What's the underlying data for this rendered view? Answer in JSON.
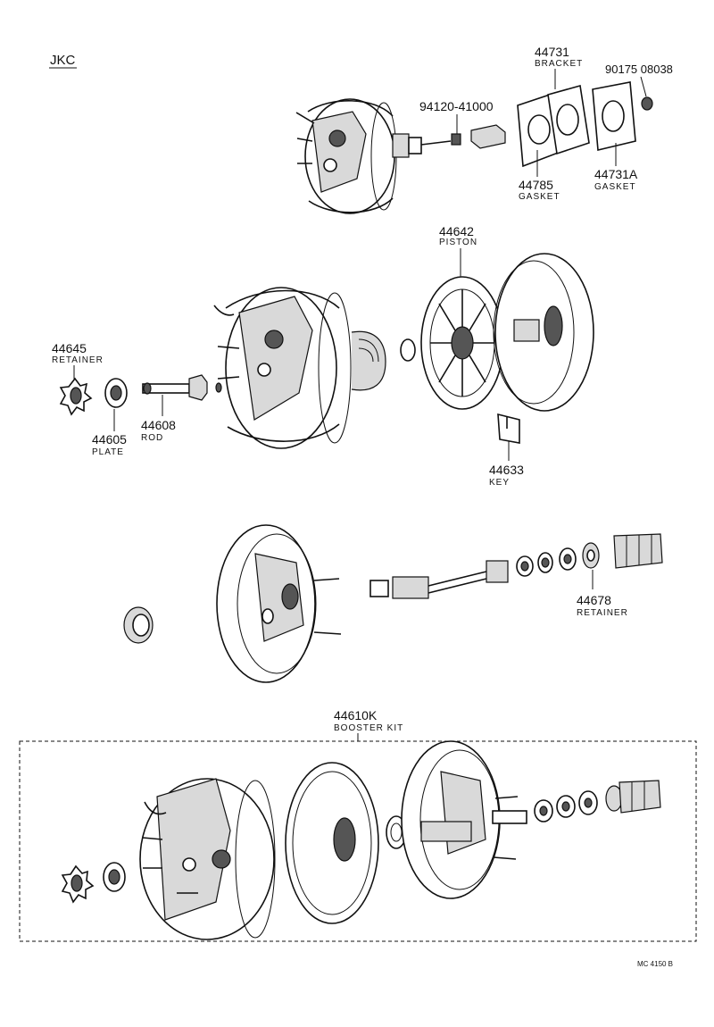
{
  "header": {
    "code": "JKC"
  },
  "parts": {
    "p44731": {
      "number": "44731",
      "name": "BRACKET"
    },
    "p90175": {
      "number": "90175 08038"
    },
    "p94120": {
      "number": "94120-41000"
    },
    "p44785": {
      "number": "44785",
      "name": "GASKET"
    },
    "p44731A": {
      "number": "44731A",
      "name": "GASKET"
    },
    "p44642": {
      "number": "44642",
      "name": "PISTON"
    },
    "p44645": {
      "number": "44645",
      "name": "RETAINER"
    },
    "p44605": {
      "number": "44605",
      "name": "PLATE"
    },
    "p44608": {
      "number": "44608",
      "name": "ROD"
    },
    "p44633": {
      "number": "44633",
      "name": "KEY"
    },
    "p44678": {
      "number": "44678",
      "name": "RETAINER"
    },
    "p44610K": {
      "number": "44610K",
      "name": "BOOSTER KIT"
    }
  },
  "footer": {
    "ref": "MC 4150 B"
  }
}
